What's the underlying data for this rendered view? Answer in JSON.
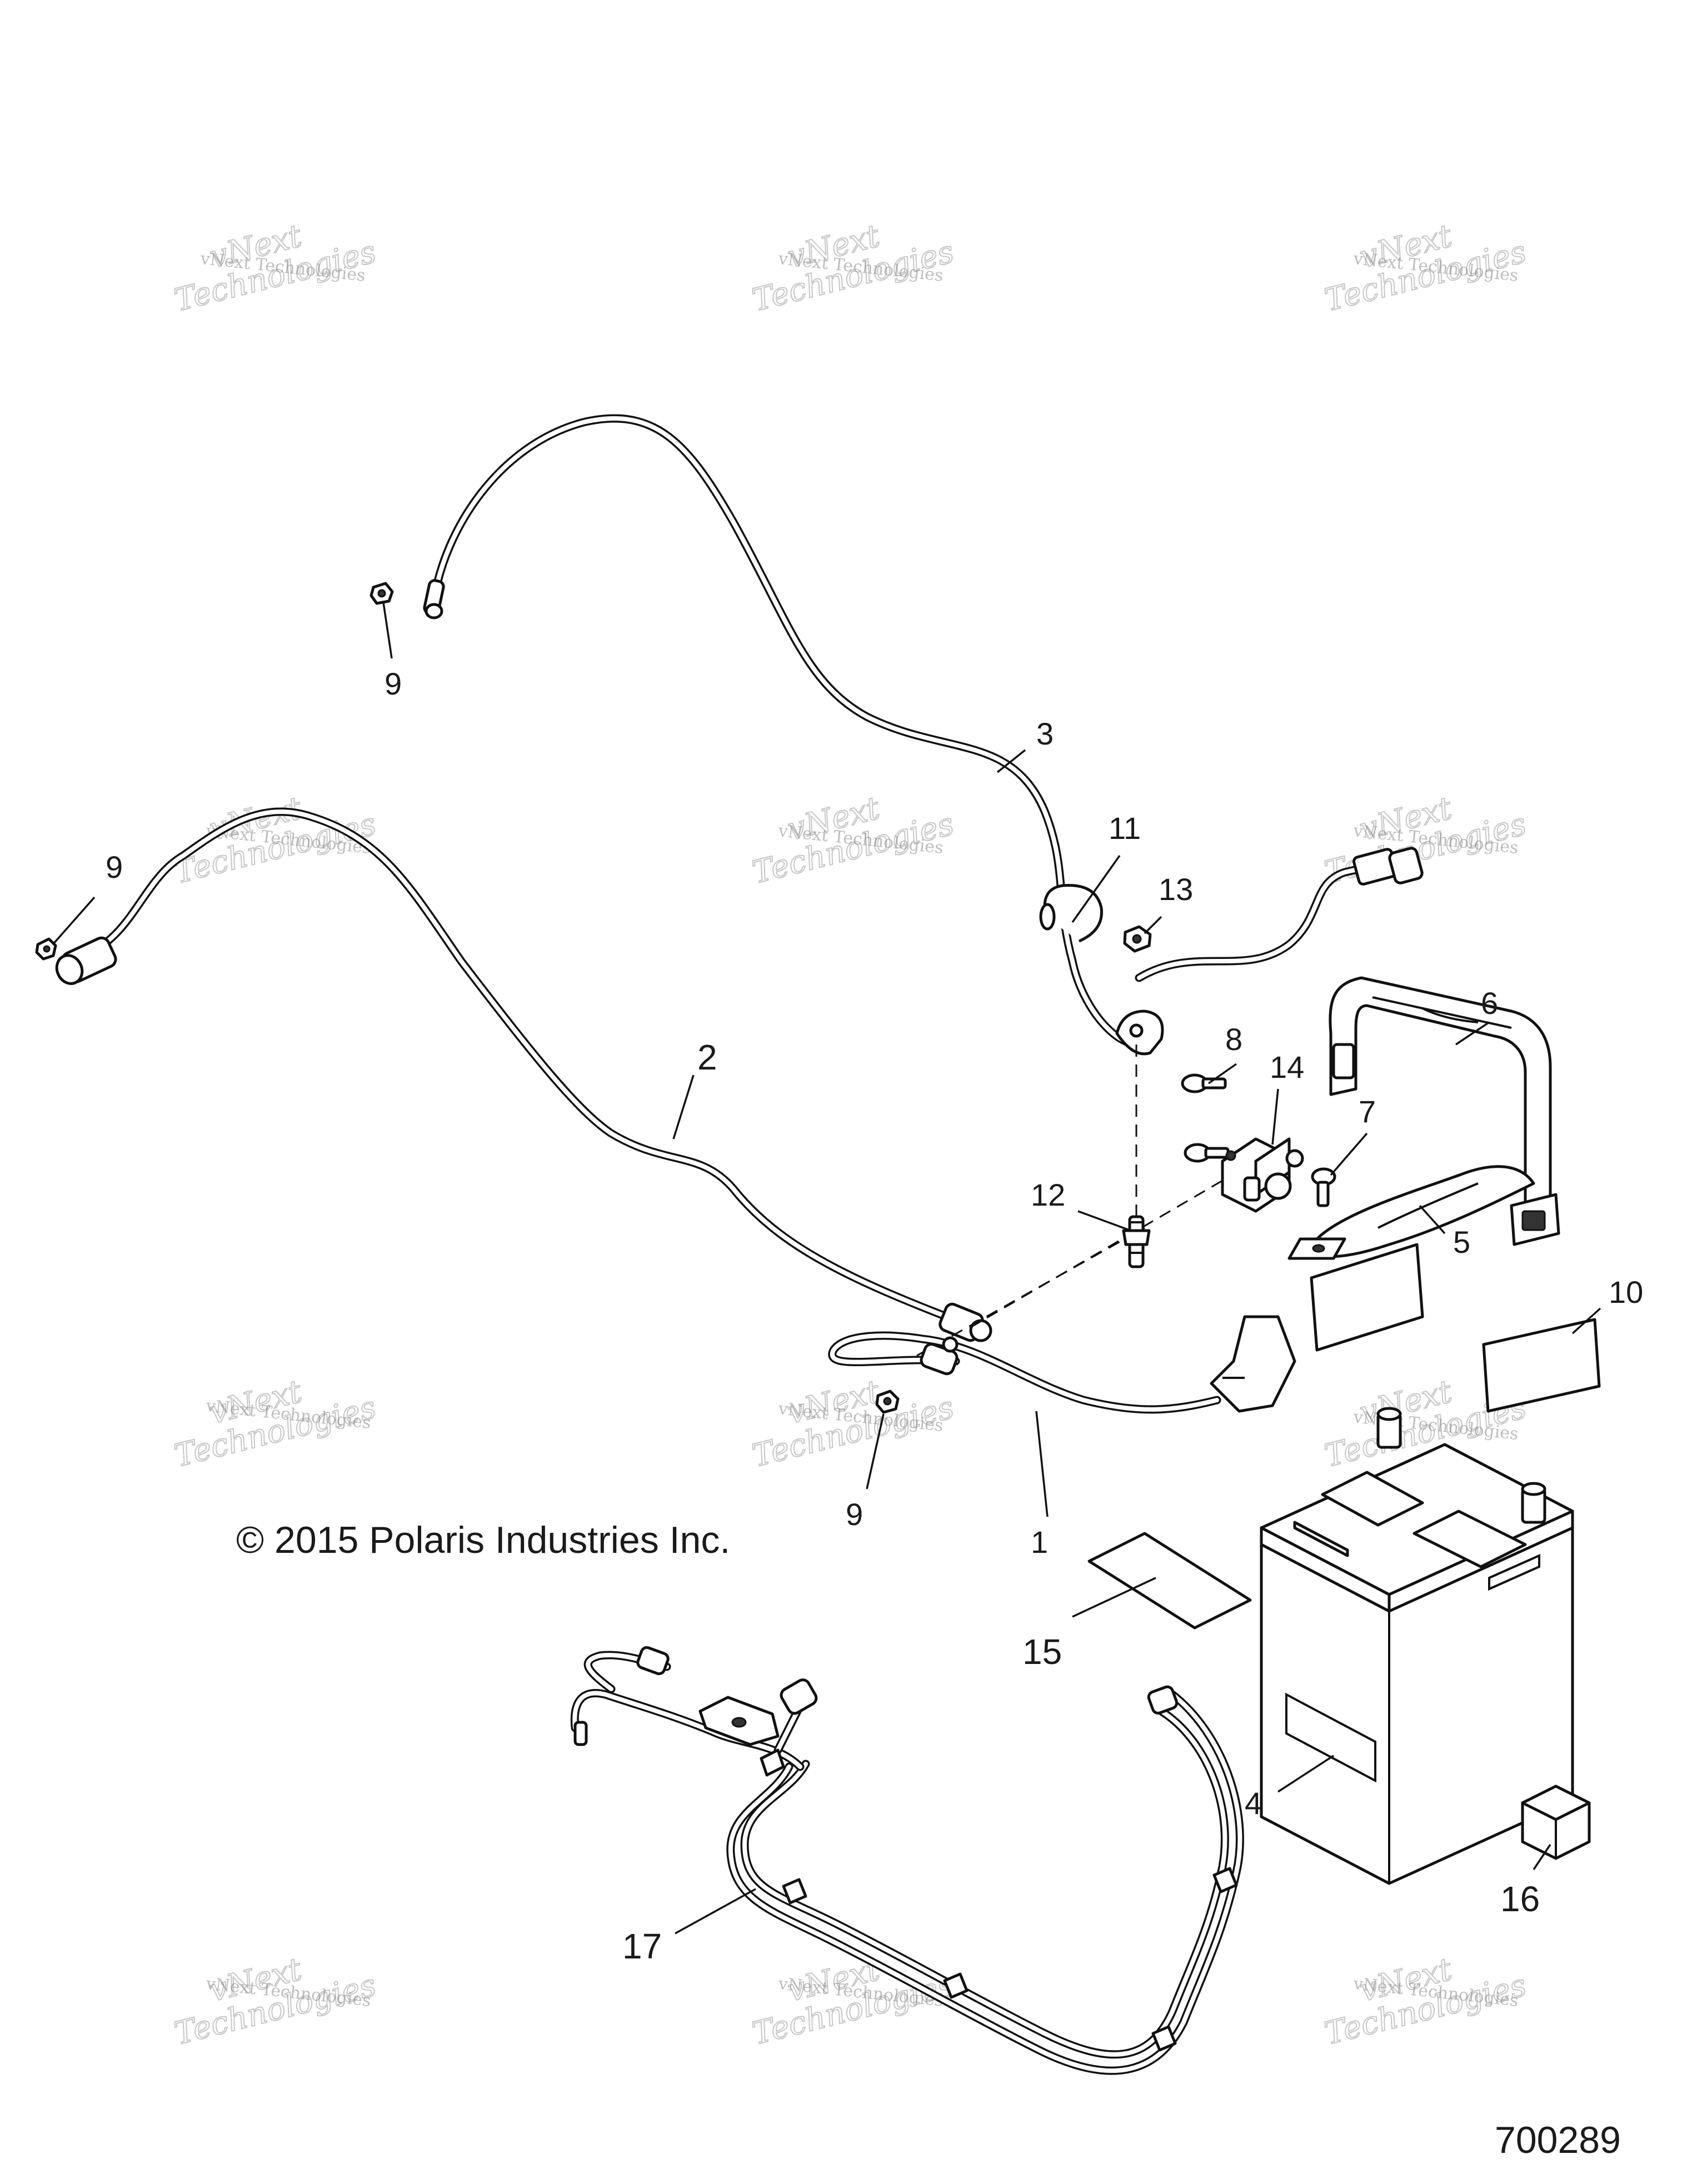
{
  "diagram": {
    "copyright": "© 2015 Polaris Industries Inc.",
    "figure_number": "700289",
    "callouts": [
      "1",
      "2",
      "3",
      "4",
      "5",
      "6",
      "7",
      "8",
      "9",
      "9",
      "9",
      "10",
      "11",
      "12",
      "13",
      "14",
      "15",
      "16",
      "17"
    ],
    "watermark": {
      "line1": "vNext Technologies",
      "line2": "vNext",
      "line3": "Technologies"
    }
  }
}
